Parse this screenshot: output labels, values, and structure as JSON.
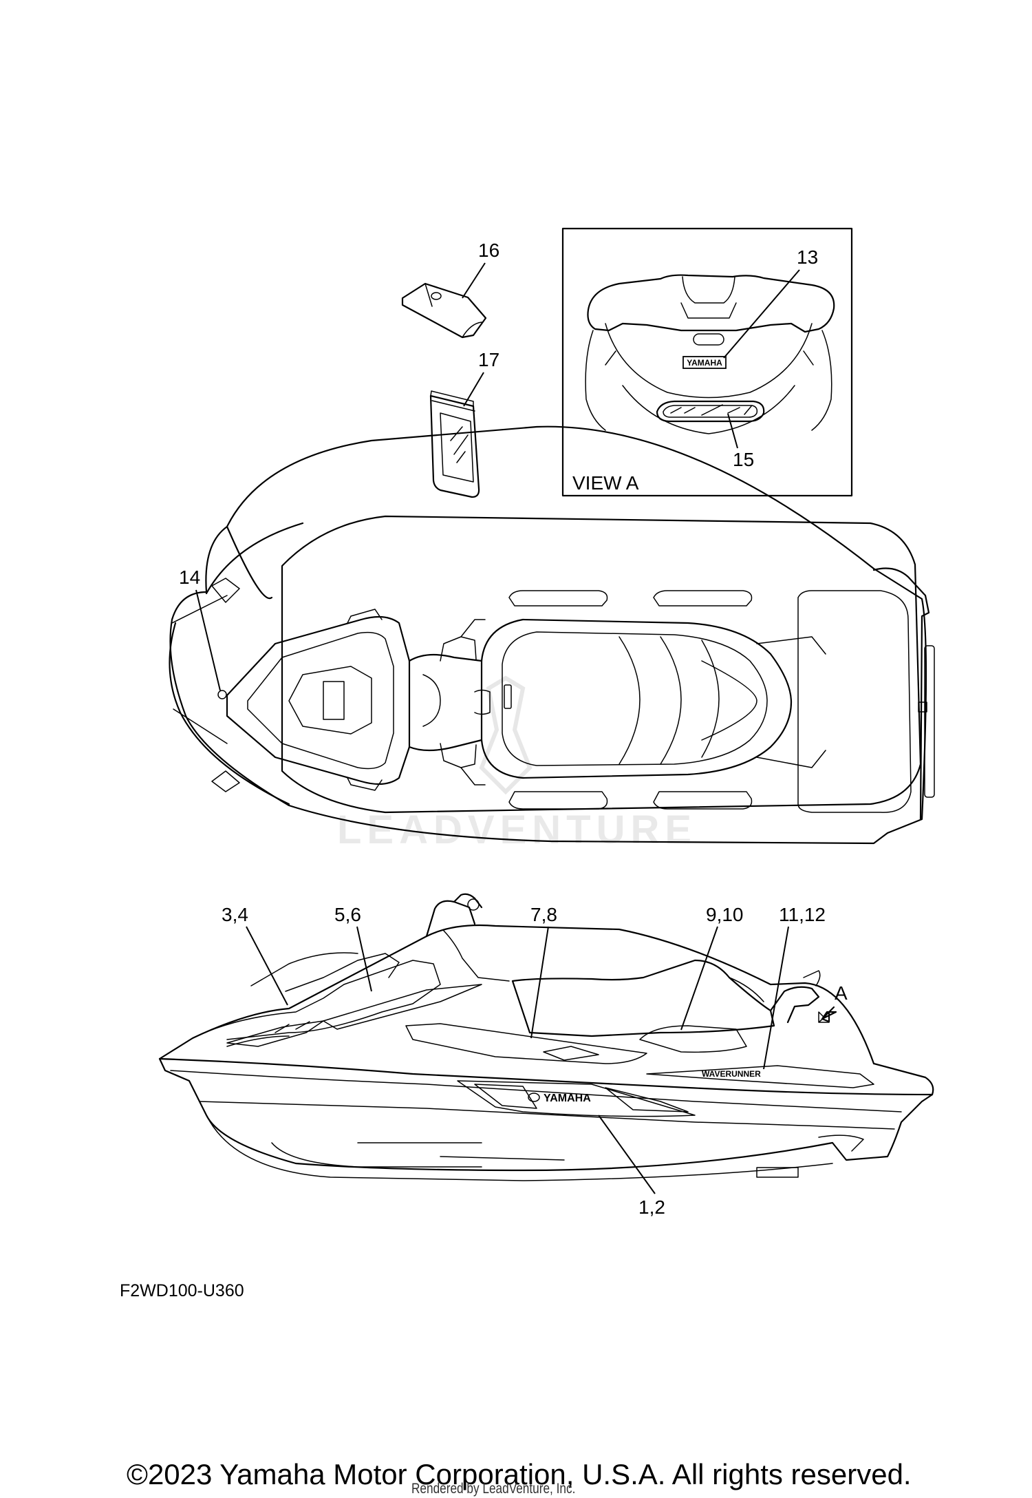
{
  "callouts": {
    "c16": "16",
    "c17": "17",
    "c13": "13",
    "c15": "15",
    "c14": "14",
    "c34": "3,4",
    "c56": "5,6",
    "c78": "7,8",
    "c910": "9,10",
    "c1112": "11,12",
    "c12": "1,2",
    "view_arrow": "A"
  },
  "view_label": "VIEW A",
  "decals": {
    "yamaha_plate": "YAMAHA",
    "side_yamaha": "YAMAHA",
    "waverunner": "WAVERUNNER"
  },
  "watermark": "LEADVENTURE",
  "diagram_code": "F2WD100-U360",
  "footer": {
    "copyright": "©2023 Yamaha Motor Corporation, U.S.A. All rights reserved.",
    "rendered_by": "Rendered by LeadVenture, Inc."
  }
}
